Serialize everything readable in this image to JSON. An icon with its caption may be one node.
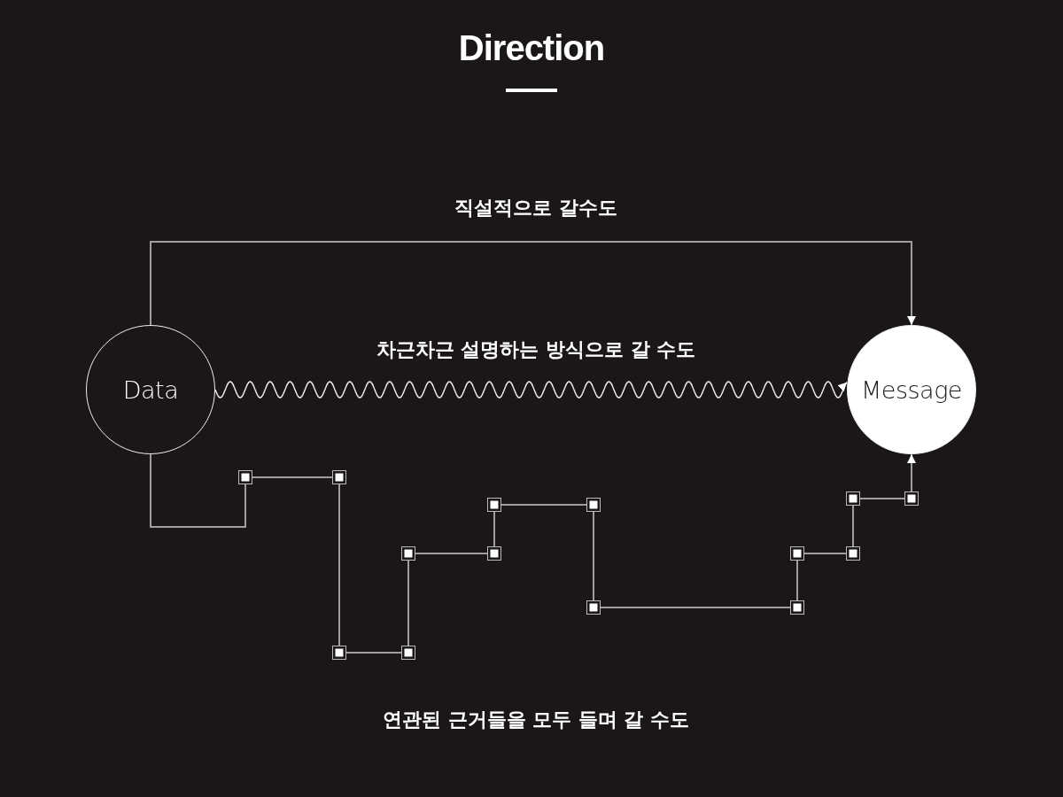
{
  "diagram": {
    "title": "Direction",
    "nodes": [
      {
        "text": [
          "Data"
        ]
      },
      {
        "text": [
          "Message"
        ]
      },
      {
        "text": [],
        "shape": "box"
      },
      {
        "text": [],
        "shape": "box"
      },
      {
        "text": [],
        "shape": "box"
      },
      {
        "text": [],
        "shape": "box"
      },
      {
        "text": [],
        "shape": "box"
      },
      {
        "text": [],
        "shape": "box"
      },
      {
        "text": [],
        "shape": "box"
      },
      {
        "text": [],
        "shape": "box"
      },
      {
        "text": [],
        "shape": "box"
      },
      {
        "text": [],
        "shape": "box"
      },
      {
        "text": [],
        "shape": "box"
      },
      {
        "text": [],
        "shape": "box"
      },
      {
        "text": [],
        "shape": "box"
      },
      {
        "text": [],
        "shape": "box"
      }
    ],
    "edges": [
      {
        "from": 0,
        "to": 1,
        "arrow": "to"
      },
      {
        "from": 0,
        "to": 1,
        "arrow": "to"
      },
      {
        "from": 0,
        "to": 2,
        "arrow": "none"
      },
      {
        "from": 2,
        "to": 3,
        "arrow": "none"
      },
      {
        "from": 3,
        "to": 4,
        "arrow": "none"
      },
      {
        "from": 4,
        "to": 5,
        "arrow": "none"
      },
      {
        "from": 5,
        "to": 6,
        "arrow": "none"
      },
      {
        "from": 6,
        "to": 7,
        "arrow": "none"
      },
      {
        "from": 7,
        "to": 8,
        "arrow": "none"
      },
      {
        "from": 8,
        "to": 9,
        "arrow": "none"
      },
      {
        "from": 9,
        "to": 10,
        "arrow": "none"
      },
      {
        "from": 10,
        "to": 11,
        "arrow": "none"
      },
      {
        "from": 11,
        "to": 12,
        "arrow": "none"
      },
      {
        "from": 12,
        "to": 13,
        "arrow": "none"
      },
      {
        "from": 13,
        "to": 14,
        "arrow": "none"
      },
      {
        "from": 14,
        "to": 15,
        "arrow": "none"
      },
      {
        "from": 15,
        "to": 1,
        "arrow": "to"
      }
    ],
    "labels": [
      "직설적으로 갈수도",
      "차근차근 설명하는 방식으로 갈 수도",
      "연관된 근거들을 모두 들며 갈 수도"
    ]
  }
}
